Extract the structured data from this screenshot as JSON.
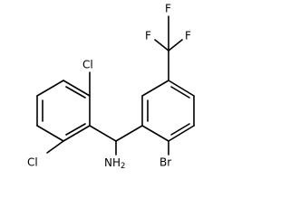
{
  "atoms": {
    "cl_top": "Cl",
    "cl_bottom": "Cl",
    "br": "Br",
    "nh2": {
      "main": "NH",
      "sub": "2"
    },
    "f_top": "F",
    "f_left": "F",
    "f_right": "F"
  }
}
